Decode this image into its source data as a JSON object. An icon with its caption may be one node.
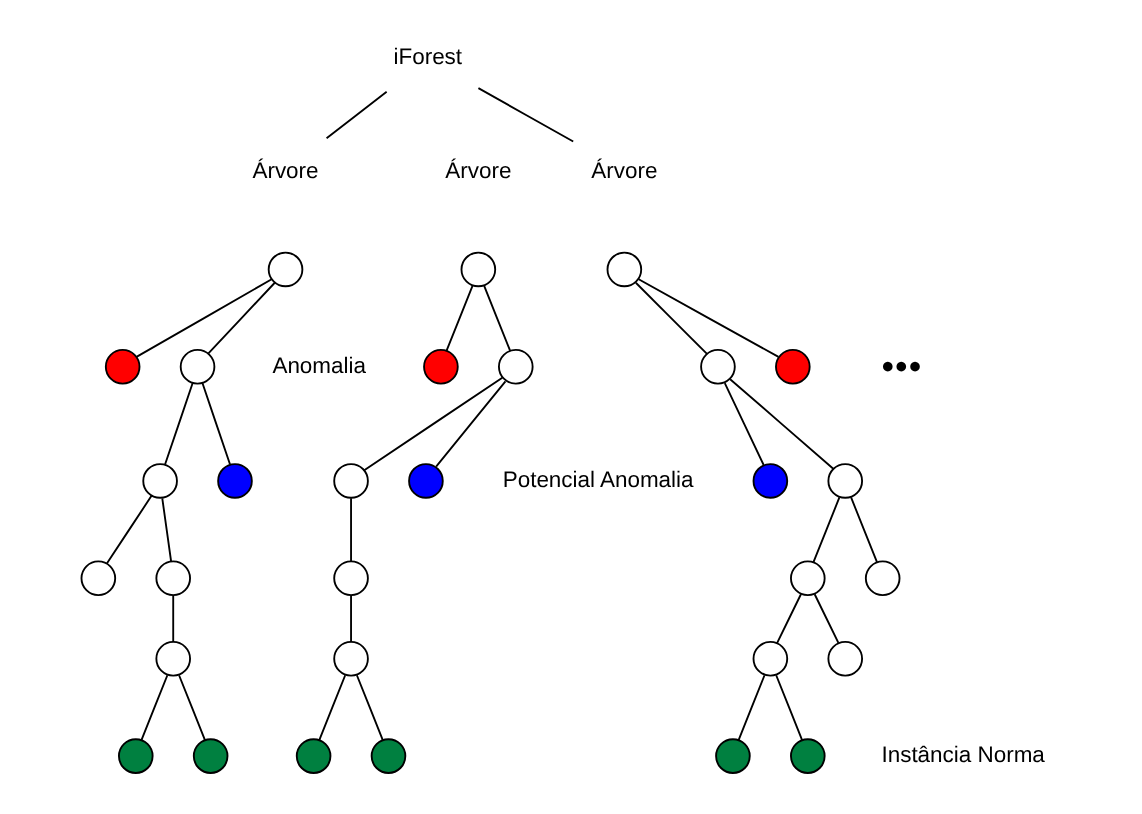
{
  "diagram": {
    "nodes": [
      {
        "text": [
          "iForest"
        ]
      },
      {
        "text": [
          "Árvore"
        ]
      },
      {
        "text": [
          "Árvore"
        ]
      },
      {
        "text": [],
        "shape": "circle"
      },
      {
        "text": [],
        "shape": "circle"
      },
      {
        "text": [],
        "shape": "circle"
      },
      {
        "text": [],
        "shape": "circle"
      },
      {
        "text": [],
        "shape": "circle"
      },
      {
        "text": [],
        "shape": "circle"
      },
      {
        "text": [],
        "shape": "circle"
      },
      {
        "text": [],
        "shape": "circle"
      },
      {
        "text": [],
        "shape": "circle"
      },
      {
        "text": [],
        "shape": "circle"
      },
      {
        "text": [],
        "shape": "circle"
      },
      {
        "text": [],
        "shape": "circle",
        "beside": [
          "Anomalia"
        ]
      },
      {
        "text": [],
        "shape": "circle"
      },
      {
        "text": [],
        "shape": "circle"
      },
      {
        "text": [],
        "shape": "circle",
        "beside": [
          "Potencial Anomalia"
        ]
      },
      {
        "text": [],
        "shape": "circle"
      },
      {
        "text": [],
        "shape": "circle"
      },
      {
        "text": [],
        "shape": "circle"
      },
      {
        "text": [],
        "shape": "circle"
      },
      {
        "text": [],
        "shape": "circle"
      },
      {
        "text": [],
        "shape": "circle"
      },
      {
        "text": [],
        "shape": "circle"
      },
      {
        "text": [],
        "shape": "circle"
      },
      {
        "text": [],
        "shape": "circle"
      },
      {
        "text": [],
        "shape": "circle"
      },
      {
        "text": [],
        "shape": "circle"
      },
      {
        "text": [],
        "shape": "circle"
      },
      {
        "text": [],
        "shape": "circle"
      },
      {
        "text": [],
        "shape": "circle"
      },
      {
        "text": [],
        "shape": "circle",
        "beside": [
          "Instância Norma"
        ]
      }
    ],
    "edges": [
      {
        "from": 0,
        "to": 1,
        "arrow": "none"
      },
      {
        "from": 0,
        "to": 2,
        "arrow": "none"
      },
      {
        "from": 3,
        "to": 4,
        "arrow": "none"
      },
      {
        "from": 3,
        "to": 5,
        "arrow": "none"
      },
      {
        "from": 5,
        "to": 6,
        "arrow": "none"
      },
      {
        "from": 5,
        "to": 7,
        "arrow": "none"
      },
      {
        "from": 6,
        "to": 8,
        "arrow": "none"
      },
      {
        "from": 6,
        "to": 9,
        "arrow": "none"
      },
      {
        "from": 9,
        "to": 10,
        "arrow": "none"
      },
      {
        "from": 10,
        "to": 11,
        "arrow": "none"
      },
      {
        "from": 10,
        "to": 12,
        "arrow": "none"
      },
      {
        "from": 13,
        "to": 14,
        "arrow": "none"
      },
      {
        "from": 13,
        "to": 15,
        "arrow": "none"
      },
      {
        "from": 15,
        "to": 16,
        "arrow": "none"
      },
      {
        "from": 15,
        "to": 17,
        "arrow": "none"
      },
      {
        "from": 16,
        "to": 18,
        "arrow": "none"
      },
      {
        "from": 18,
        "to": 19,
        "arrow": "none"
      },
      {
        "from": 19,
        "to": 20,
        "arrow": "none"
      },
      {
        "from": 19,
        "to": 21,
        "arrow": "none"
      },
      {
        "from": 22,
        "to": 23,
        "arrow": "none"
      },
      {
        "from": 22,
        "to": 24,
        "arrow": "none"
      },
      {
        "from": 23,
        "to": 25,
        "arrow": "none"
      },
      {
        "from": 23,
        "to": 26,
        "arrow": "none"
      },
      {
        "from": 26,
        "to": 27,
        "arrow": "none"
      },
      {
        "from": 26,
        "to": 28,
        "arrow": "none"
      },
      {
        "from": 27,
        "to": 29,
        "arrow": "none"
      },
      {
        "from": 27,
        "to": 30,
        "arrow": "none"
      },
      {
        "from": 29,
        "to": 31,
        "arrow": "none"
      },
      {
        "from": 29,
        "to": 32,
        "arrow": "none"
      }
    ],
    "labels": [
      "Árvore",
      "●●●"
    ]
  }
}
